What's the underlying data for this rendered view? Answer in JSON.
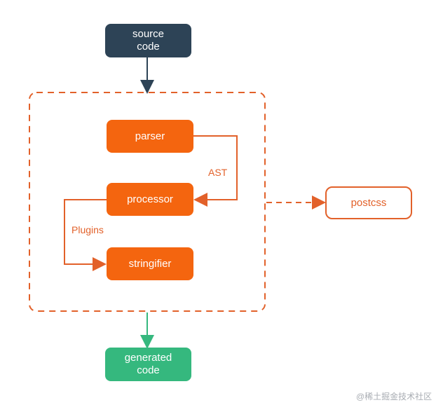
{
  "nodes": {
    "source": "source\ncode",
    "parser": "parser",
    "processor": "processor",
    "stringifier": "stringifier",
    "generated": "generated\ncode",
    "postcss": "postcss"
  },
  "edges": {
    "ast_label": "AST",
    "plugins_label": "Plugins"
  },
  "watermark": "@稀土掘金技术社区",
  "colors": {
    "dark": "#2d4356",
    "orange": "#f4650f",
    "orange_line": "#e2612a",
    "green": "#35b87e"
  }
}
